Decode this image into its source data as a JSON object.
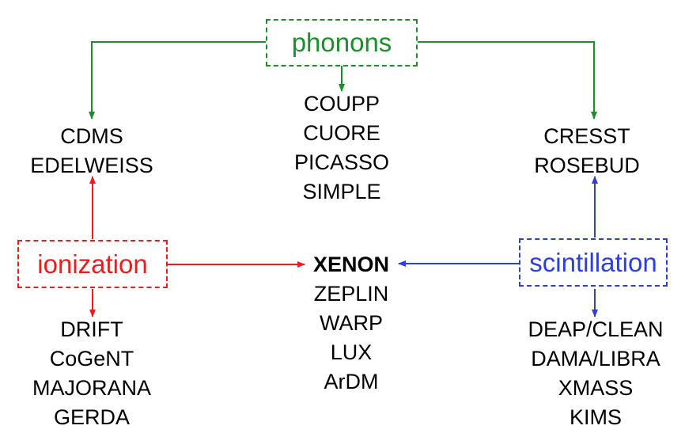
{
  "nodes": {
    "phonons": "phonons",
    "ionization": "ionization",
    "scintillation": "scintillation"
  },
  "groups": {
    "phonons_only": [
      "COUPP",
      "CUORE",
      "PICASSO",
      "SIMPLE"
    ],
    "phonons_ionization": [
      "CDMS",
      "EDELWEISS"
    ],
    "phonons_scintillation": [
      "CRESST",
      "ROSEBUD"
    ],
    "ionization_only": [
      "DRIFT",
      "CoGeNT",
      "MAJORANA",
      "GERDA"
    ],
    "ionization_scintillation": [
      "XENON",
      "ZEPLIN",
      "WARP",
      "LUX",
      "ArDM"
    ],
    "scintillation_only": [
      "DEAP/CLEAN",
      "DAMA/LIBRA",
      "XMASS",
      "KIMS"
    ]
  },
  "colors": {
    "phonons": "#1a8f2a",
    "ionization": "#ee1c1c",
    "scintillation": "#2b3fe0"
  }
}
